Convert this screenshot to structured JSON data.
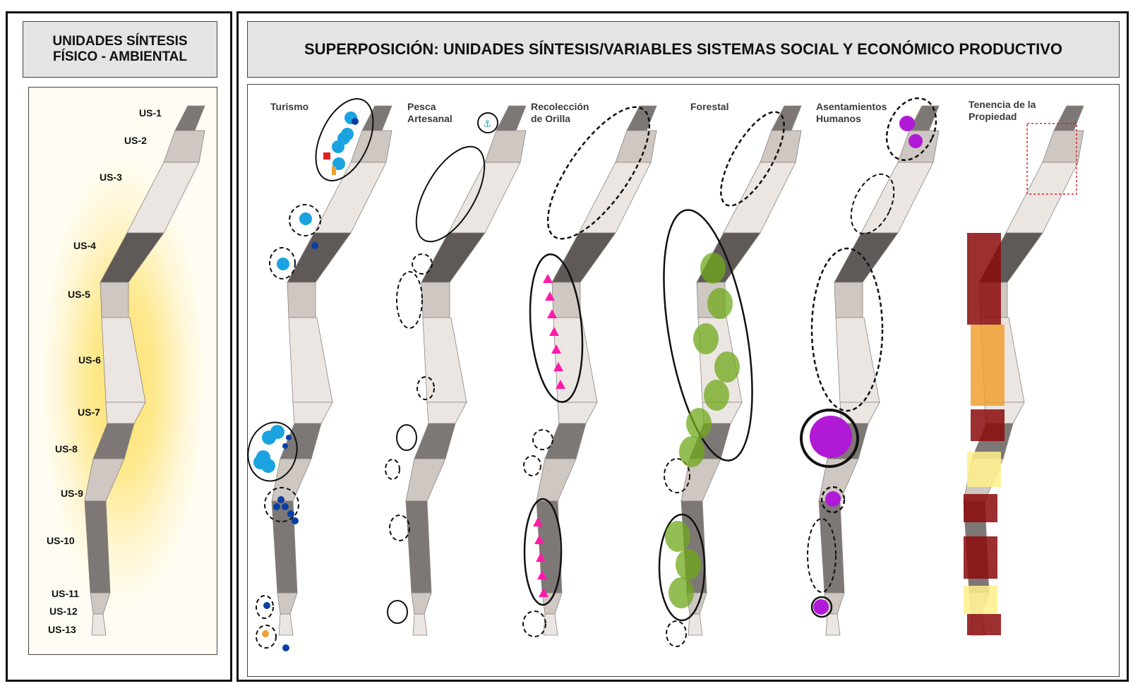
{
  "left": {
    "title_line1": "UNIDADES SÍNTESIS",
    "title_line2": "FÍSICO - AMBIENTAL",
    "units": [
      "US-1",
      "US-2",
      "US-3",
      "US-4",
      "US-5",
      "US-6",
      "US-7",
      "US-8",
      "US-9",
      "US-10",
      "US-11",
      "US-12",
      "US-13"
    ]
  },
  "right": {
    "title": "SUPERPOSICIÓN: UNIDADES SÍNTESIS/VARIABLES SISTEMAS SOCIAL Y ECONÓMICO PRODUCTIVO",
    "maps": [
      {
        "line1": "Turismo",
        "line2": ""
      },
      {
        "line1": "Pesca",
        "line2": "Artesanal"
      },
      {
        "line1": "Recolección",
        "line2": "de Orilla"
      },
      {
        "line1": "Forestal",
        "line2": ""
      },
      {
        "line1": "Asentamientos",
        "line2": "Humanos"
      },
      {
        "line1": "Tenencia de la",
        "line2": "Propiedad"
      }
    ]
  },
  "colors": {
    "unit_light": "#ece6e3",
    "unit_mid": "#cfc7c1",
    "unit_dark": "#7d7775",
    "unit_darker": "#5f5a58",
    "tourism_light_blue": "#1aa3e0",
    "tourism_dark_blue": "#0a3fa8",
    "fishing_blue": "#2aa6c2",
    "fishing_orange": "#ff6a1a",
    "gathering_magenta": "#ff1aa8",
    "forest_green": "#6fa81a",
    "settlement_purple": "#b01ad6",
    "tenure_darkred": "#8b0a0a",
    "tenure_orange": "#f0a030",
    "tenure_yellow": "#fff08a"
  }
}
